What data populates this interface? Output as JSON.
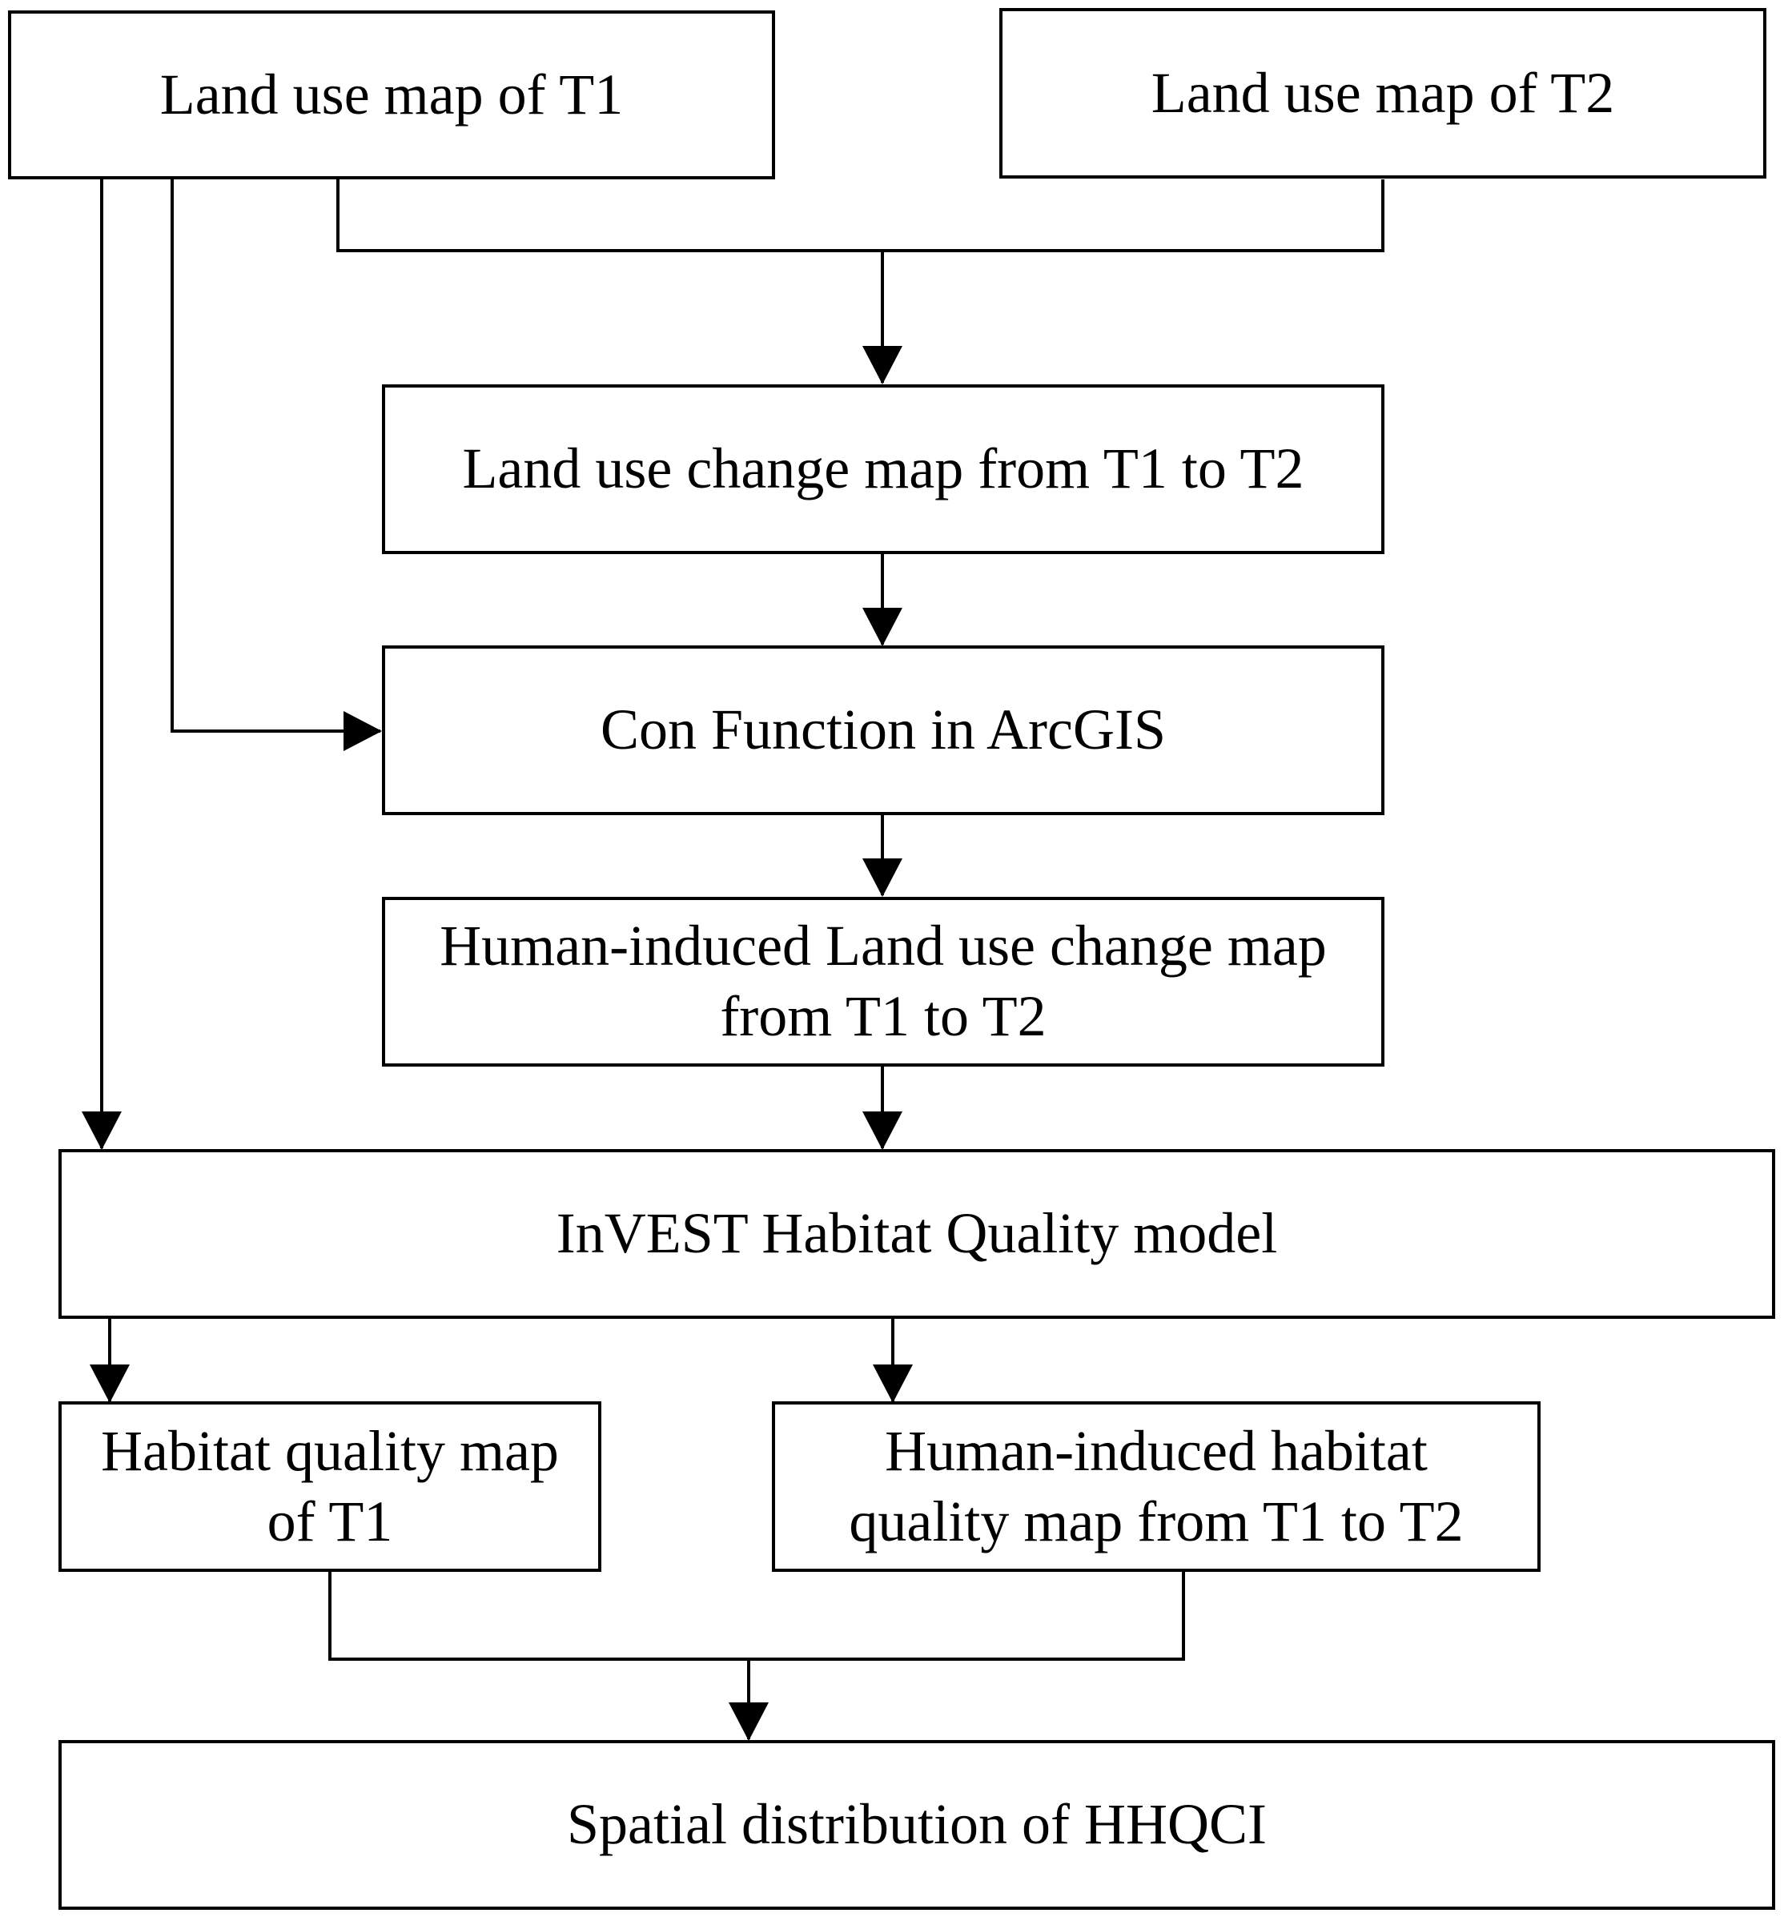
{
  "nodes": {
    "land_use_t1": "Land use map of T1",
    "land_use_t2": "Land use map of T2",
    "change_map": "Land use change map from T1 to T2",
    "con_function": "Con Function in ArcGIS",
    "human_change_line1": "Human-induced Land use change map",
    "human_change_line2": "from T1 to T2",
    "invest_model": "InVEST Habitat Quality model",
    "habitat_t1_line1": "Habitat quality map",
    "habitat_t1_line2": "of T1",
    "human_habitat_line1": "Human-induced habitat",
    "human_habitat_line2": "quality map from T1 to T2",
    "hhqci": "Spatial distribution of HHQCI"
  },
  "colors": {
    "stroke": "#000000",
    "background": "#ffffff"
  }
}
